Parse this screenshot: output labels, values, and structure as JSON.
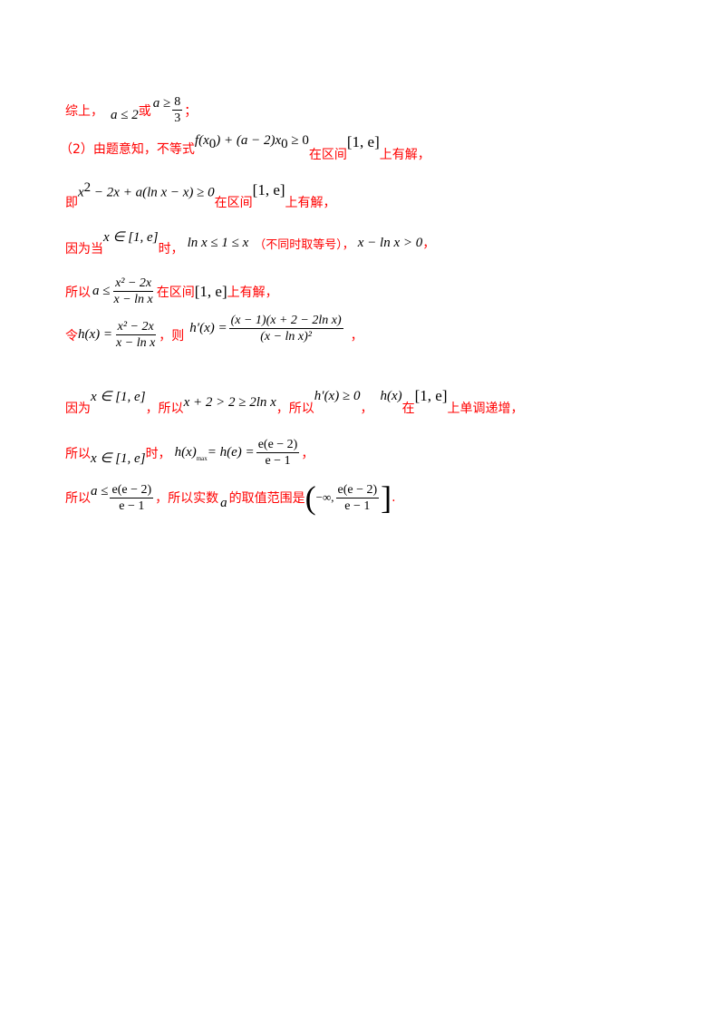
{
  "lines": [
    {
      "id": "l1",
      "parts": {
        "t1": "综上，",
        "m1": "a ≤ 2",
        "t2": "或",
        "m2": "a ≥",
        "fn": "8",
        "fd": "3",
        "t3": "；"
      }
    },
    {
      "id": "l2",
      "parts": {
        "t1": "（2）由题意知，不等式",
        "m1": "f(x",
        "s1": "0",
        "m2": ") + (a − 2)x",
        "s2": "0",
        "m3": " ≥ 0",
        "t2": "在区间",
        "m4": "[1, e]",
        "t3": "上有解，"
      }
    },
    {
      "id": "l3",
      "parts": {
        "t1": "即",
        "m1": "x",
        "p1": "2",
        "m2": " − 2x + a(ln x − x) ≥ 0",
        "t2": "在区间",
        "m3": "[1, e]",
        "t3": "上有解，"
      }
    },
    {
      "id": "l4",
      "parts": {
        "t1": "因为当",
        "m1": "x ∈ [1, e]",
        "t2": "时，",
        "m2": "ln x ≤ 1 ≤ x",
        "t3": "（不同时取等号），",
        "m3": "x − ln x > 0",
        "t4": "，"
      }
    },
    {
      "id": "l5",
      "parts": {
        "t1": "所以",
        "m1": "a ≤",
        "fn": "x² − 2x",
        "fd": "x − ln x",
        "t2": "在区间",
        "m2": "[1, e]",
        "t3": "上有解，"
      }
    },
    {
      "id": "l6",
      "parts": {
        "t1": "令",
        "m1": "h(x) =",
        "fn": "x² − 2x",
        "fd": "x − ln x",
        "t2": "，则",
        "m2": "h′(x) =",
        "fn2": "(x − 1)(x + 2 − 2ln x)",
        "fd2": "(x − ln x)²",
        "t3": "，"
      }
    },
    {
      "id": "l7",
      "parts": {
        "t1": "因为",
        "m1": "x ∈ [1, e]",
        "t2": "，所以",
        "m2": "x + 2 > 2 ≥ 2ln x",
        "t3": "，所以",
        "m3": "h′(x) ≥ 0",
        "t4": "，",
        "m4": "h(x)",
        "t5": "在",
        "m5": "[1, e]",
        "t6": "上单调递增，"
      }
    },
    {
      "id": "l8",
      "parts": {
        "t1": "所以",
        "m1": "x ∈ [1, e]",
        "t2": "时，",
        "m2": "h(x)",
        "s1": "max",
        "m3": " = h(e) =",
        "fn": "e(e − 2)",
        "fd": "e − 1",
        "t3": "，"
      }
    },
    {
      "id": "l9",
      "parts": {
        "t1": "所以",
        "m1": "a ≤",
        "fn": "e(e − 2)",
        "fd": "e − 1",
        "t2": "，所以实数",
        "m2": "a",
        "t3": "的取值范围是",
        "m3": "−∞,",
        "fn2": "e(e − 2)",
        "fd2": "e − 1",
        "t4": "."
      }
    }
  ]
}
